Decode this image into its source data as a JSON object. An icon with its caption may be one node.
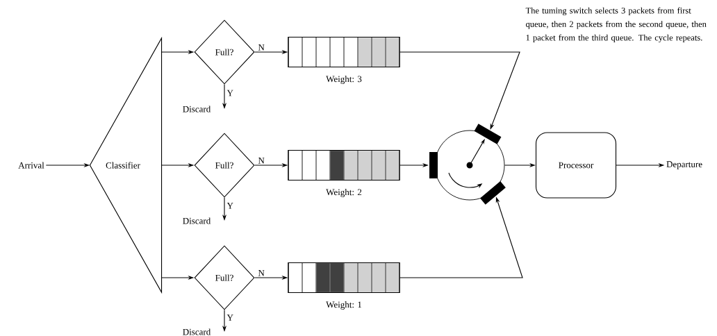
{
  "diagram": {
    "nodes": [
      {
        "text": [
          "Arrival"
        ]
      },
      {
        "text": [
          "Classifier"
        ]
      },
      {
        "text": [
          "Full?"
        ]
      },
      {
        "text": [
          "Full?"
        ]
      },
      {
        "text": [
          "Full?"
        ]
      },
      {
        "text": [
          "Discard"
        ]
      },
      {
        "text": [
          "Discard"
        ]
      },
      {
        "text": [
          "Discard"
        ]
      },
      {
        "text": [],
        "shape": "box",
        "beside": [
          "Weight: 3"
        ]
      },
      {
        "text": [],
        "shape": "box",
        "beside": [
          "Weight: 2"
        ]
      },
      {
        "text": [],
        "shape": "box",
        "beside": [
          "Weight: 1"
        ]
      },
      {
        "text": [],
        "shape": "circle"
      },
      {
        "text": [
          "Processor"
        ]
      },
      {
        "text": [
          "Departure"
        ]
      }
    ],
    "edges": [
      {
        "from": 0,
        "to": 1,
        "arrow": "to"
      },
      {
        "from": 1,
        "to": 2,
        "arrow": "to"
      },
      {
        "from": 1,
        "to": 3,
        "arrow": "to"
      },
      {
        "from": 1,
        "to": 4,
        "arrow": "to"
      },
      {
        "from": 2,
        "to": 8,
        "arrow": "to",
        "label": "N"
      },
      {
        "from": 3,
        "to": 9,
        "arrow": "to",
        "label": "N"
      },
      {
        "from": 4,
        "to": 10,
        "arrow": "to",
        "label": "N"
      },
      {
        "from": 2,
        "to": 5,
        "arrow": "to",
        "label": "Y"
      },
      {
        "from": 3,
        "to": 6,
        "arrow": "to",
        "label": "Y"
      },
      {
        "from": 4,
        "to": 7,
        "arrow": "to",
        "label": "Y"
      },
      {
        "from": 8,
        "to": 11,
        "arrow": "to"
      },
      {
        "from": 9,
        "to": 11,
        "arrow": "to"
      },
      {
        "from": 10,
        "to": 11,
        "arrow": "to"
      },
      {
        "from": 11,
        "to": 12,
        "arrow": "to"
      },
      {
        "from": 12,
        "to": 13,
        "arrow": "to"
      }
    ],
    "labels": [
      "The tuming switch selects 3 packets from first queue, then 2 packets from the second queue, then 1 packet from the third queue. The cycle repeats."
    ]
  }
}
